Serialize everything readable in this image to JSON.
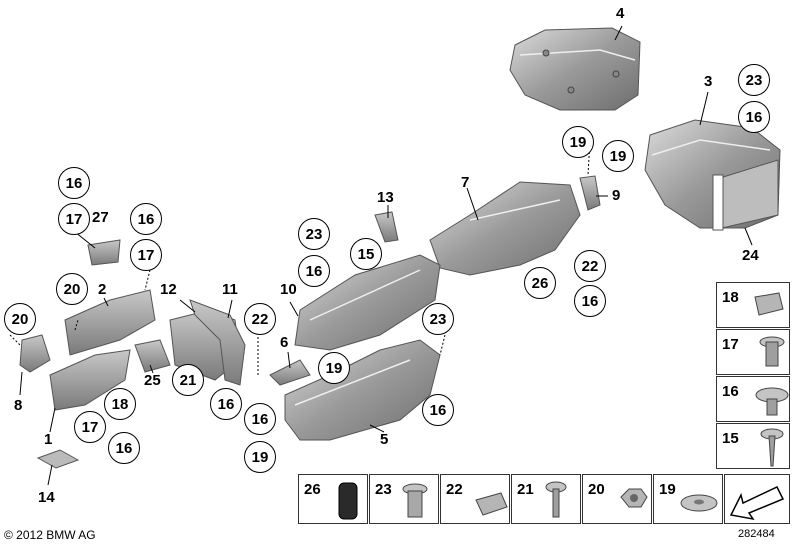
{
  "diagram": {
    "copyright": "© 2012 BMW AG",
    "image_number": "282484",
    "plain_labels": [
      "4",
      "3",
      "7",
      "13",
      "9",
      "27",
      "2",
      "12",
      "11",
      "10",
      "6",
      "1",
      "8",
      "25",
      "5",
      "14",
      "24"
    ],
    "circled_labels": [
      "23",
      "16",
      "19",
      "19",
      "16",
      "17",
      "16",
      "17",
      "20",
      "23",
      "16",
      "15",
      "22",
      "26",
      "16",
      "22",
      "23",
      "19",
      "21",
      "16",
      "16",
      "18",
      "17",
      "16",
      "19",
      "16",
      "20"
    ],
    "legend": [
      {
        "num": "18",
        "part": "clip-nut"
      },
      {
        "num": "17",
        "part": "expanding-rivet"
      },
      {
        "num": "16",
        "part": "collar-nut"
      },
      {
        "num": "15",
        "part": "screw"
      },
      {
        "num": "26",
        "part": "rubber-buffer"
      },
      {
        "num": "23",
        "part": "expanding-nut"
      },
      {
        "num": "22",
        "part": "spring-nut"
      },
      {
        "num": "21",
        "part": "hex-screw"
      },
      {
        "num": "20",
        "part": "hex-nut"
      },
      {
        "num": "19",
        "part": "washer"
      }
    ]
  }
}
